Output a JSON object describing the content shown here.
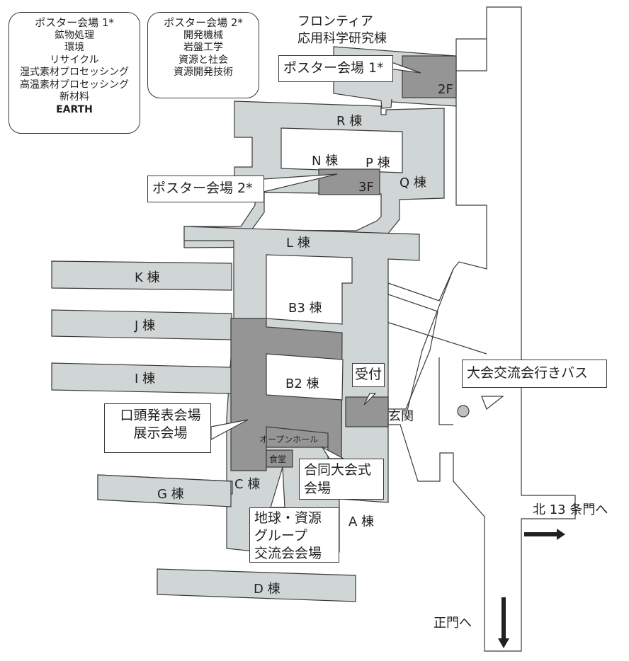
{
  "legends": [
    {
      "title": "ポスター会場 1*",
      "items": [
        "鉱物処理",
        "環境",
        "リサイクル",
        "湿式素材プロセッシング",
        "高温素材プロセッシング",
        "新材料",
        "EARTH"
      ]
    },
    {
      "title": "ポスター会場 2*",
      "items": [
        "開発機械",
        "岩盤工学",
        "資源と社会",
        "資源開発技術"
      ]
    }
  ],
  "buildings": {
    "frontier_line1": "フロンティア",
    "frontier_line2": "応用科学研究棟",
    "R": "R 棟",
    "N": "N 棟",
    "P": "P 棟",
    "Q": "Q 棟",
    "L": "L 棟",
    "K": "K 棟",
    "J": "J 棟",
    "I": "I 棟",
    "B3": "B3 棟",
    "B2": "B2 棟",
    "G": "G 棟",
    "C": "C 棟",
    "A": "A 棟",
    "D": "D 棟"
  },
  "floors": {
    "poster1": "2F",
    "poster2": "3F"
  },
  "rooms": {
    "open_hall": "オープンホール",
    "cafeteria": "食堂"
  },
  "callouts": {
    "poster1": "ポスター会場 1*",
    "poster2": "ポスター会場 2*",
    "oral_line1": "口頭発表会場",
    "oral_line2": "展示会場",
    "reception": "受付",
    "entrance": "玄関",
    "bus": "大会交流会行きバス",
    "joint_line1": "合同大会式",
    "joint_line2": "会場",
    "earth_line1": "地球・資源",
    "earth_line2": "グループ",
    "earth_line3": "交流会会場"
  },
  "directions": {
    "north_gate": "北 13 条門へ",
    "main_gate": "正門へ"
  },
  "colors": {
    "building": "#cfd6d5",
    "venue": "#959595",
    "road": "#ffffff"
  }
}
